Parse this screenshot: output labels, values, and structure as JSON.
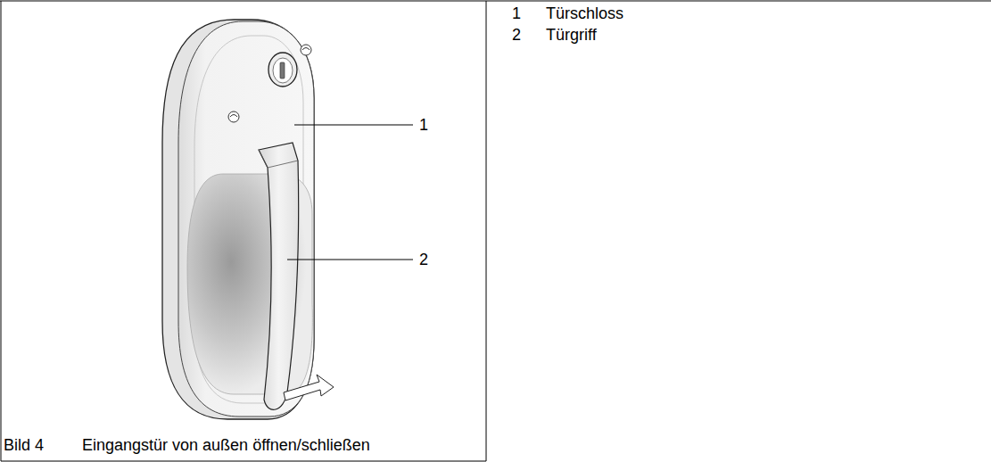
{
  "diagram": {
    "caption": "Eingangstür von außen öffnen/schließen",
    "labels": [
      "1",
      "2",
      "1",
      "Türschloss",
      "2",
      "Türgriff",
      "Bild 4"
    ]
  }
}
